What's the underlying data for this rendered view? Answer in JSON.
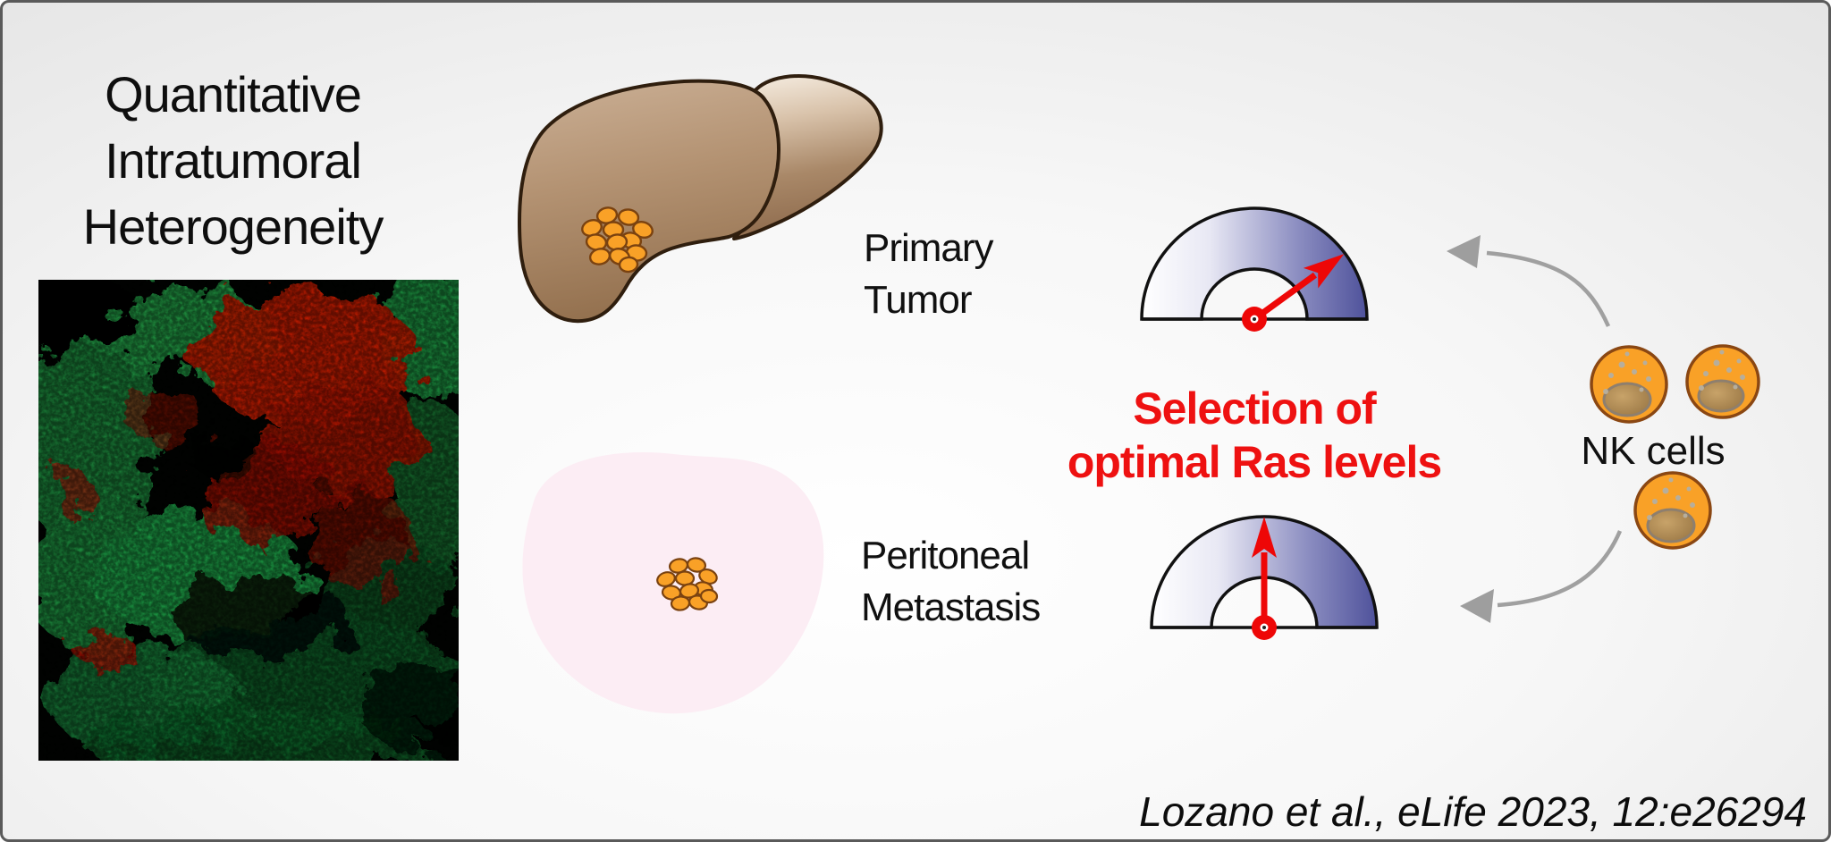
{
  "title": {
    "lines": [
      "Quantitative",
      "Intratumoral",
      "Heterogeneity"
    ]
  },
  "primary_tumor": {
    "lines": [
      "Primary",
      "Tumor"
    ]
  },
  "peritoneal_metastasis": {
    "lines": [
      "Peritoneal",
      "Metastasis"
    ]
  },
  "selection": {
    "lines": [
      "Selection of",
      "optimal Ras levels"
    ]
  },
  "nk_cells": {
    "label": "NK cells"
  },
  "citation": {
    "text": "Lozano et al., eLife 2023, 12:e26294"
  },
  "colors": {
    "emphasis_red": "#ee1111",
    "needle_red": "#ee0707",
    "gauge_blue_deep": "#54579e",
    "gauge_white": "#ffffff",
    "tumor_cell_orange": "#f9a127",
    "cell_outline_brown": "#8a4713",
    "liver_brown": "#a98a6a",
    "liver_outline": "#2f1e0e",
    "peritoneum_pink": "#fbecf4",
    "arrow_gray": "#9e9e9e",
    "micrograph_green": "#1d9140",
    "micrograph_red": "#c71902",
    "background_gray": "#e8e8e8"
  }
}
